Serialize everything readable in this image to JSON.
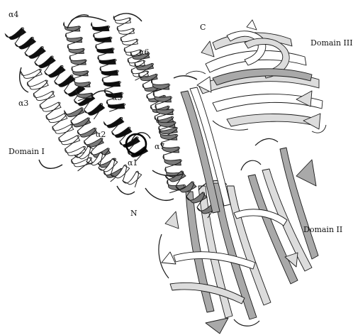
{
  "figure": {
    "labels": {
      "a4": "α4",
      "a6": "α6",
      "a3": "α3",
      "a5": "α5",
      "a2": "α2",
      "a7": "α7",
      "a1": "α1",
      "c_term": "C",
      "n_term": "N",
      "domain1": "Domain I",
      "domain2": "Domain II",
      "domain3": "Domain III"
    },
    "colors": {
      "helix_black": "#0d0d0d",
      "helix_gray": "#7a7a7a",
      "helix_white": "#ffffff",
      "sheet_light": "#dcdcdc",
      "sheet_mid": "#a9a9a9",
      "outline": "#1a1a1a"
    }
  }
}
